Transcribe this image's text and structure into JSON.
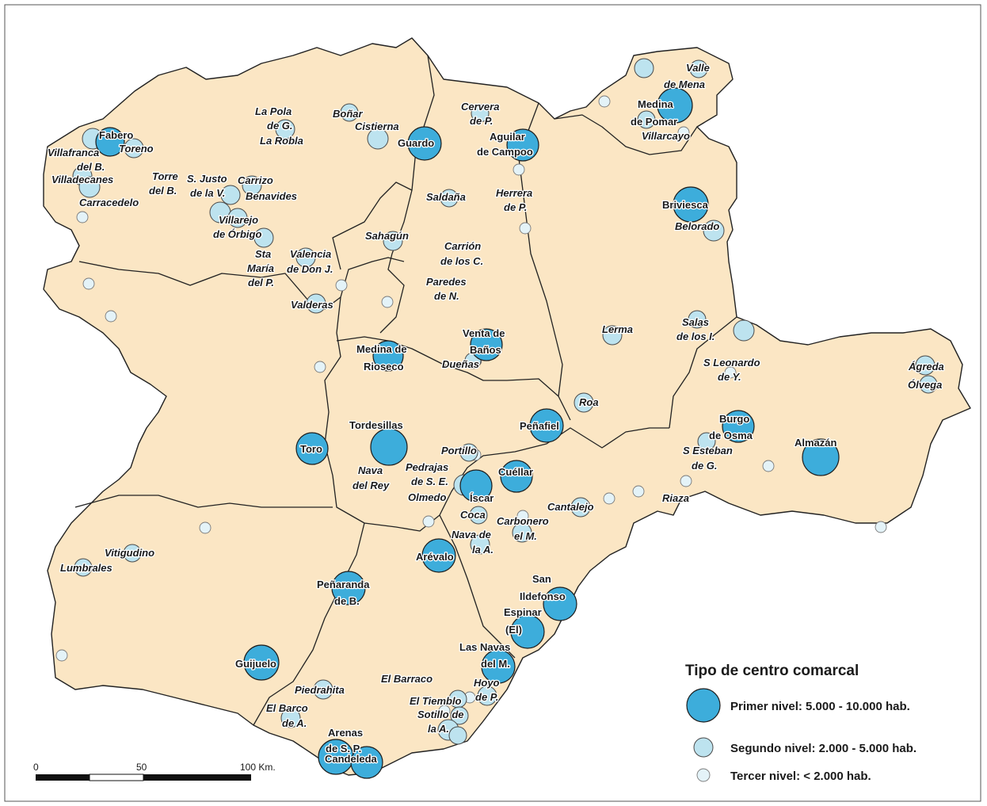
{
  "legend": {
    "title": "Tipo de centro comarcal",
    "items": [
      {
        "label": "Primer nivel: 5.000 - 10.000 hab.",
        "color": "#3daddb"
      },
      {
        "label": "Segundo nivel: 2.000 - 5.000 hab.",
        "color": "#bde3ef"
      },
      {
        "label": "Tercer nivel: < 2.000 hab.",
        "color": "#e4f3f8"
      }
    ]
  },
  "scale_bar": {
    "labels": [
      "0",
      "50",
      "100 Km."
    ]
  },
  "colors": {
    "land": "#fbe6c4",
    "primer": "#3daddb",
    "segundo": "#bde3ef",
    "tercer": "#e4f3f8"
  },
  "places": {
    "fabero": "Fabero",
    "toreno": "Toreno",
    "villafranca": "Villafranca",
    "villafranca2": "del B.",
    "villadecanes": "Villadecanes",
    "carracedelo": "Carracedelo",
    "torre": "Torre",
    "torre2": "del B.",
    "sjusto": "S. Justo",
    "sjusto2": "de la V.",
    "carrizo": "Carrizo",
    "benavides": "Benavides",
    "villarejo": "Villarejo",
    "villarejo2": "de Órbigo",
    "lapola": "La Pola",
    "lapola2": "de G.",
    "larobla": "La Robla",
    "bonar": "Boñar",
    "cistierna": "Cistierna",
    "guardo": "Guardo",
    "cervera": "Cervera",
    "cervera2": "de P.",
    "aguilar": "Aguilar",
    "aguilar2": "de Campoo",
    "saldana": "Saldaña",
    "herrera": "Herrera",
    "herrera2": "de P.",
    "sahagun": "Sahagún",
    "stamaria": "Sta",
    "stamaria2": "María",
    "stamaria3": "del P.",
    "valencia": "Valencia",
    "valencia2": "de Don J.",
    "valderas": "Valderas",
    "carrion": "Carrión",
    "carrion2": "de los C.",
    "paredes": "Paredes",
    "paredes2": "de N.",
    "valle": "Valle",
    "valle2": "de Mena",
    "medinapomar": "Medina",
    "medinapomar2": "de Pomar",
    "villarcayo": "Villarcayo",
    "briviesca": "Briviesca",
    "belorado": "Belorado",
    "medinarioseco": "Medina de",
    "medinarioseco2": "Rioseco",
    "ventabanos": "Venta de",
    "ventabanos2": "Baños",
    "duenas": "Dueñas",
    "lerma": "Lerma",
    "salas": "Salas",
    "salas2": "de los I.",
    "sleonardo": "S Leonardo",
    "sleonardo2": "de Y.",
    "agreda": "Ágreda",
    "olvega": "Ólvega",
    "roa": "Roa",
    "penafiel": "Peñafiel",
    "burgo": "Burgo",
    "burgo2": "de Osma",
    "sesteban": "S Esteban",
    "sesteban2": "de G.",
    "almazan": "Almazán",
    "tordesillas": "Tordesillas",
    "toro": "Toro",
    "nava": "Nava",
    "nava2": "del Rey",
    "portillo": "Portillo",
    "pedrajas": "Pedrajas",
    "pedrajas2": "de S. E.",
    "olmedo": "Olmedo",
    "iscar": "Íscar",
    "cuellar": "Cuéllar",
    "coca": "Coca",
    "cantalejo": "Cantalejo",
    "riaza": "Riaza",
    "carbonero": "Carbonero",
    "carbonero2": "el M.",
    "navade": "Nava de",
    "navade2": "la A.",
    "arevalo": "Arévalo",
    "vitigudino": "Vitigudino",
    "lumbrales": "Lumbrales",
    "penaranda": "Peñaranda",
    "penaranda2": "de B.",
    "sanildefonso": "San",
    "sanildefonso2": "Ildefonso",
    "espinar": "Espinar",
    "espinar2": "(El)",
    "lasnavas": "Las Navas",
    "lasnavas2": "del M.",
    "guijuelo": "Guijuelo",
    "elbarraco": "El Barraco",
    "piedrahita": "Piedrahita",
    "hoyo": "Hoyo",
    "hoyo2": "de P.",
    "eltiemblo": "El Tiemblo",
    "sotillo": "Sotillo de",
    "sotillo2": "la A.",
    "elbarco": "El Barco",
    "elbarco2": "de A.",
    "arenas": "Arenas",
    "arenas2": "de S. P.",
    "candeleda": "Candeleda"
  }
}
